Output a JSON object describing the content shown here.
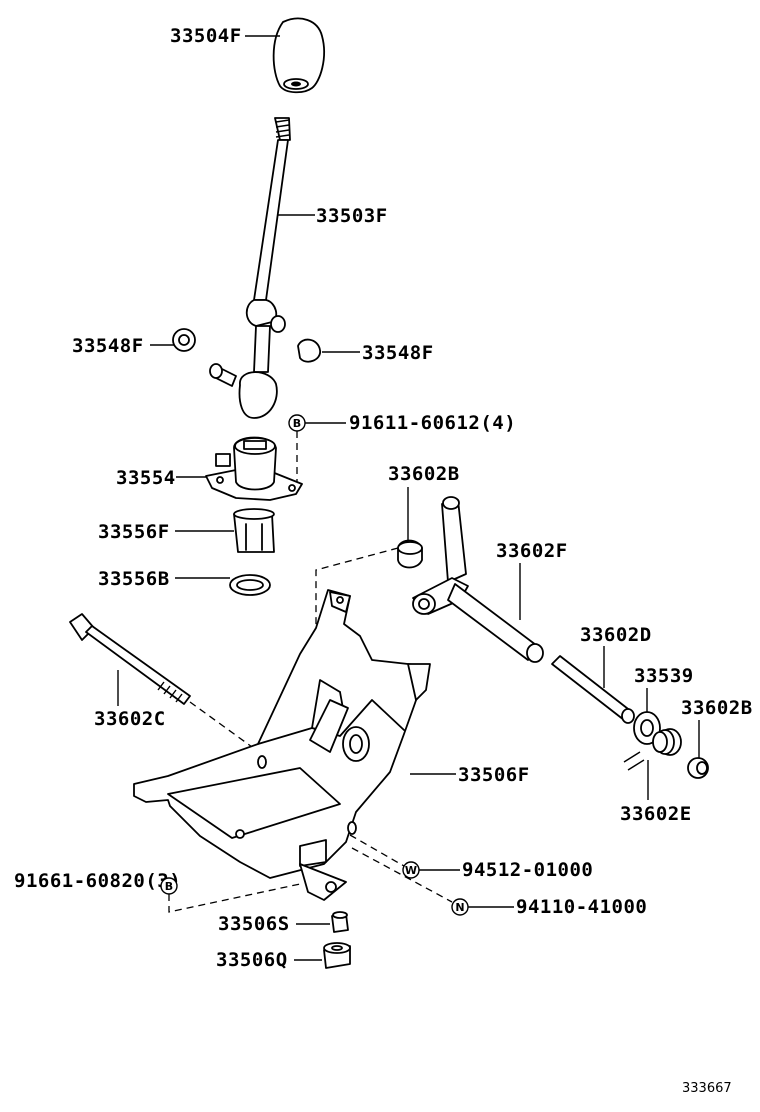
{
  "labels": {
    "knob": "33504F",
    "lever": "33503F",
    "bushing_left": "33548F",
    "bushing_right": "33548F",
    "bolt_upper": "91611-60612(4)",
    "retainer": "33554",
    "seat": "33556F",
    "spring": "33556B",
    "shaft_bushing_top": "33602B",
    "shift_shaft": "33602F",
    "pin_shaft": "33602D",
    "washer": "33539",
    "shaft_bushing_right": "33602B",
    "long_bolt": "33602C",
    "bracket": "33506F",
    "washer_w": "94512-01000",
    "nut_n": "94110-41000",
    "bolt_lower": "91661-60820(3)",
    "clip": "33602E",
    "cushion_s": "33506S",
    "cushion_q": "33506Q"
  },
  "badges": {
    "b_upper": "B",
    "b_lower": "B",
    "w": "W",
    "n": "N"
  },
  "footer": {
    "diagram_id": "333667"
  }
}
